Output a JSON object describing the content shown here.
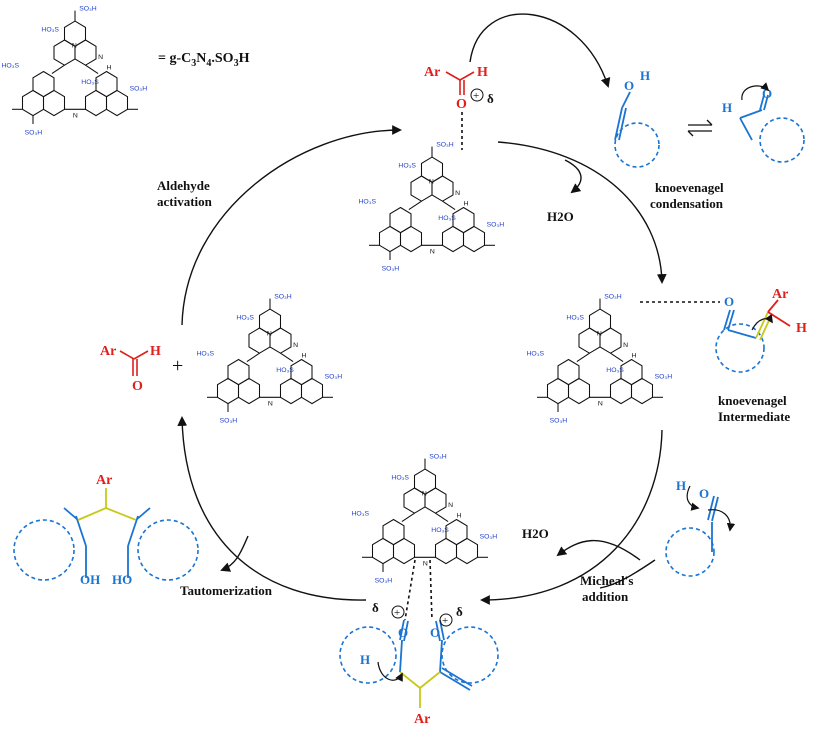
{
  "legend": {
    "equals": "= g-C",
    "sub3": "3",
    "n": "N",
    "sub4": "4",
    "so3h": ".SO",
    "sub3b": "3",
    "h": "H"
  },
  "catalyst_labels": {
    "so3h": "SO3H",
    "hso3": "HO3S",
    "hso3b": "HO3S",
    "n": "N",
    "h": "H"
  },
  "steps": {
    "aldehyde_activation_1": "Aldehyde",
    "aldehyde_activation_2": "activation",
    "knoevenagel_condensation_1": "knoevenagel",
    "knoevenagel_condensation_2": "condensation",
    "knoevenagel_intermediate_1": "knoevenagel",
    "knoevenagel_intermediate_2": "Intermediate",
    "micheal_addition_1": "Micheal's",
    "micheal_addition_2": "addition",
    "tautomerization": "Tautomerization"
  },
  "water_1": "H2O",
  "water_2": "H2O",
  "groups": {
    "ar_top": "Ar",
    "h_top": "H",
    "o_top": "O",
    "delta_top": "δ",
    "ar_left": "Ar",
    "h_left": "H",
    "o_left": "O",
    "plus": "+",
    "oh_enol": "O",
    "h_enol": "H",
    "h_keto": "H",
    "o_keto": "O",
    "ar_int": "Ar",
    "h_int": "H",
    "o_int": "O",
    "h_enol2": "H",
    "o_enol2": "O",
    "ar_prod": "Ar",
    "oh1": "OH",
    "oh2": "HO",
    "delta_b1": "δ",
    "delta_b2": "δ",
    "o_b1": "O",
    "o_b2": "O",
    "h_b": "H",
    "ar_b": "Ar"
  },
  "colors": {
    "accent_red": "#e0201c",
    "accent_blue": "#1a74d2",
    "yellow": "#c9c81a",
    "catalyst_blue": "#1f3fd0"
  }
}
